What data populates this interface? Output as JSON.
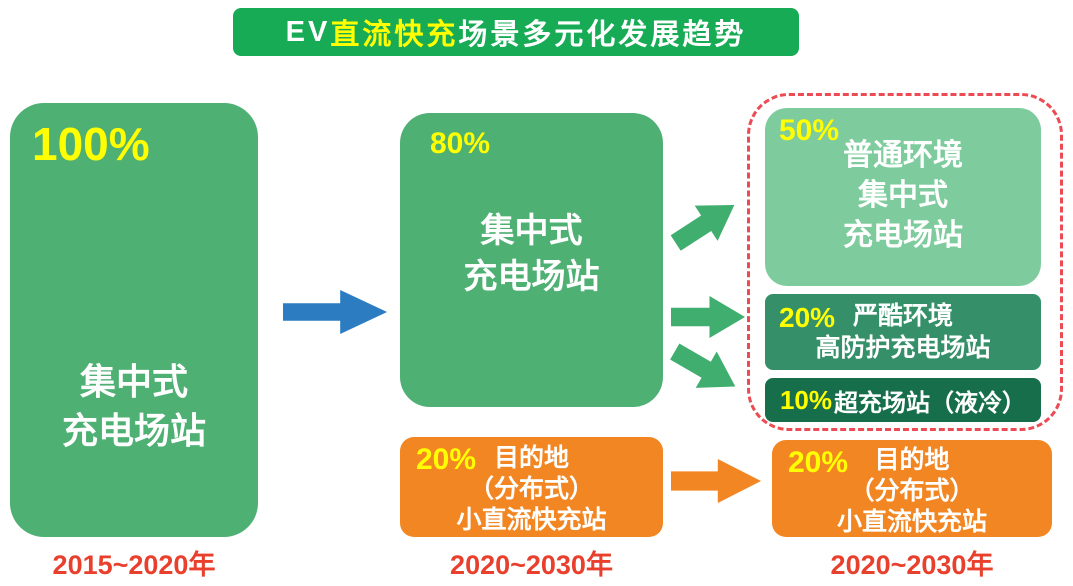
{
  "title": {
    "prefix": "EV",
    "highlight": "直流快充",
    "suffix": "场景多元化发展趋势"
  },
  "stage1": {
    "percent": "100%",
    "label_line1": "集中式",
    "label_line2": "充电场站",
    "period": "2015~2020年"
  },
  "stage2": {
    "main": {
      "percent": "80%",
      "label_line1": "集中式",
      "label_line2": "充电场站"
    },
    "secondary": {
      "percent": "20%",
      "lines": [
        "目的地",
        "（分布式）",
        "小直流快充站"
      ]
    },
    "period": "2020~2030年"
  },
  "stage3": {
    "items": [
      {
        "percent": "50%",
        "lines": [
          "普通环境",
          "集中式",
          "充电场站"
        ]
      },
      {
        "percent": "20%",
        "lines": [
          "严酷环境",
          "高防护充电场站"
        ]
      },
      {
        "percent": "10%",
        "text": "超充场站（液冷）"
      }
    ],
    "secondary": {
      "percent": "20%",
      "lines": [
        "目的地",
        "（分布式）",
        "小直流快充站"
      ]
    },
    "period": "2020~2030年"
  },
  "colors": {
    "banner_green": "#17ab56",
    "box_green": "#4fb074",
    "light_green": "#7ecb9d",
    "mid_green": "#35906a",
    "dark_green": "#166e4b",
    "orange": "#f28622",
    "blue_arrow": "#2b7cc0",
    "green_arrow": "#3fae6e",
    "red_dashed": "#ec4b54",
    "period_red": "#e8402d",
    "percent_yellow": "#ffff00"
  }
}
